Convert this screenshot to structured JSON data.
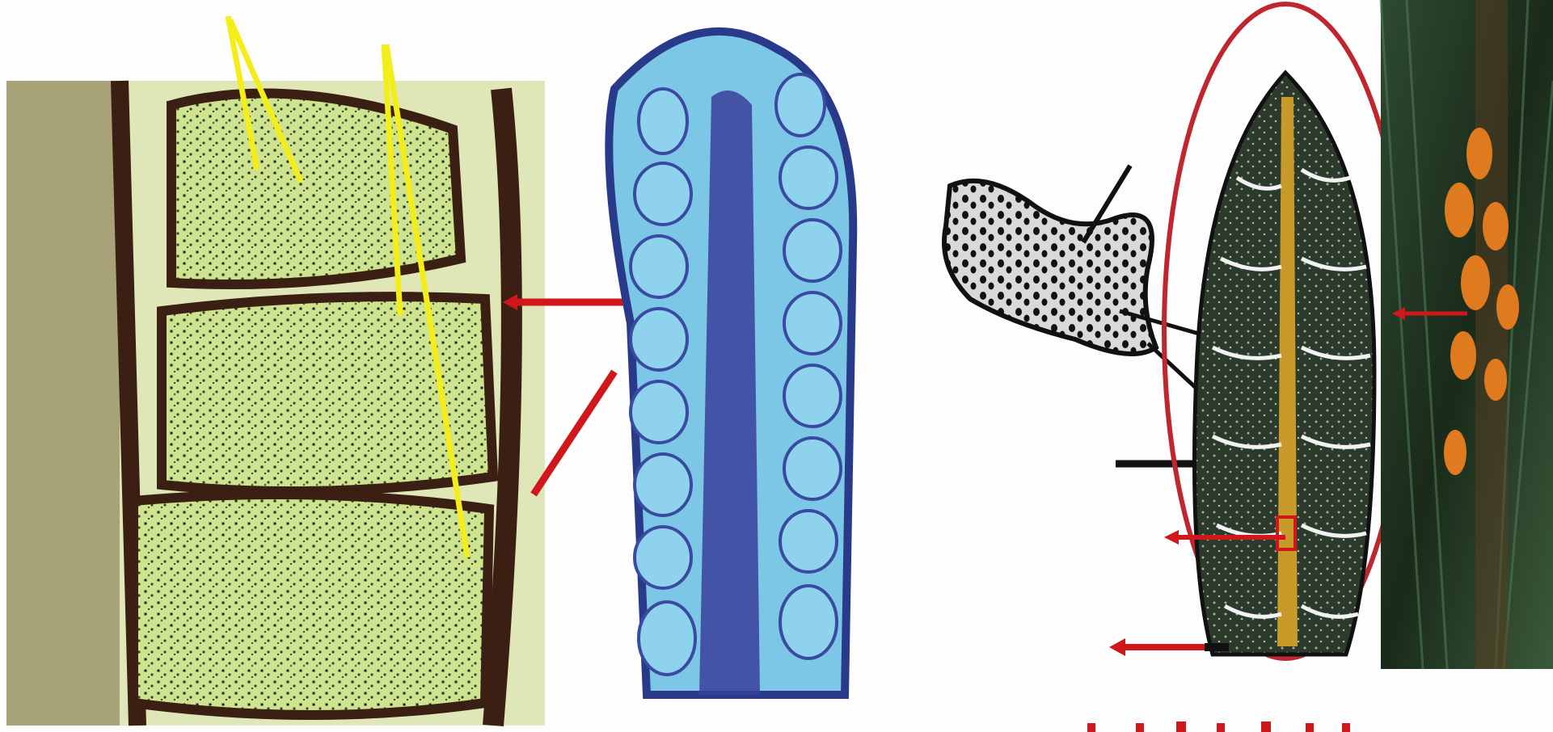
{
  "figure": {
    "panels": [
      {
        "id": "pine-male-cone-longitudinal-section",
        "annotation_lines": "yellow, red",
        "dominant_color": "#c9e08a"
      },
      {
        "id": "microsporangium-stained-section",
        "dominant_color": "#7cc6e6"
      },
      {
        "id": "pollen-sac-drawing",
        "dominant_color": "#d8d8d8"
      },
      {
        "id": "male-cone-drawing",
        "dominant_color": "#2f3a2c"
      },
      {
        "id": "pine-branch-with-male-cones-photo",
        "dominant_color": "#1f3320"
      }
    ],
    "colors": {
      "yellow_line": "#f3ee1a",
      "red_arrow": "#d0171b",
      "black_line": "#111111",
      "outline_ellipse": "#c0262d"
    }
  }
}
